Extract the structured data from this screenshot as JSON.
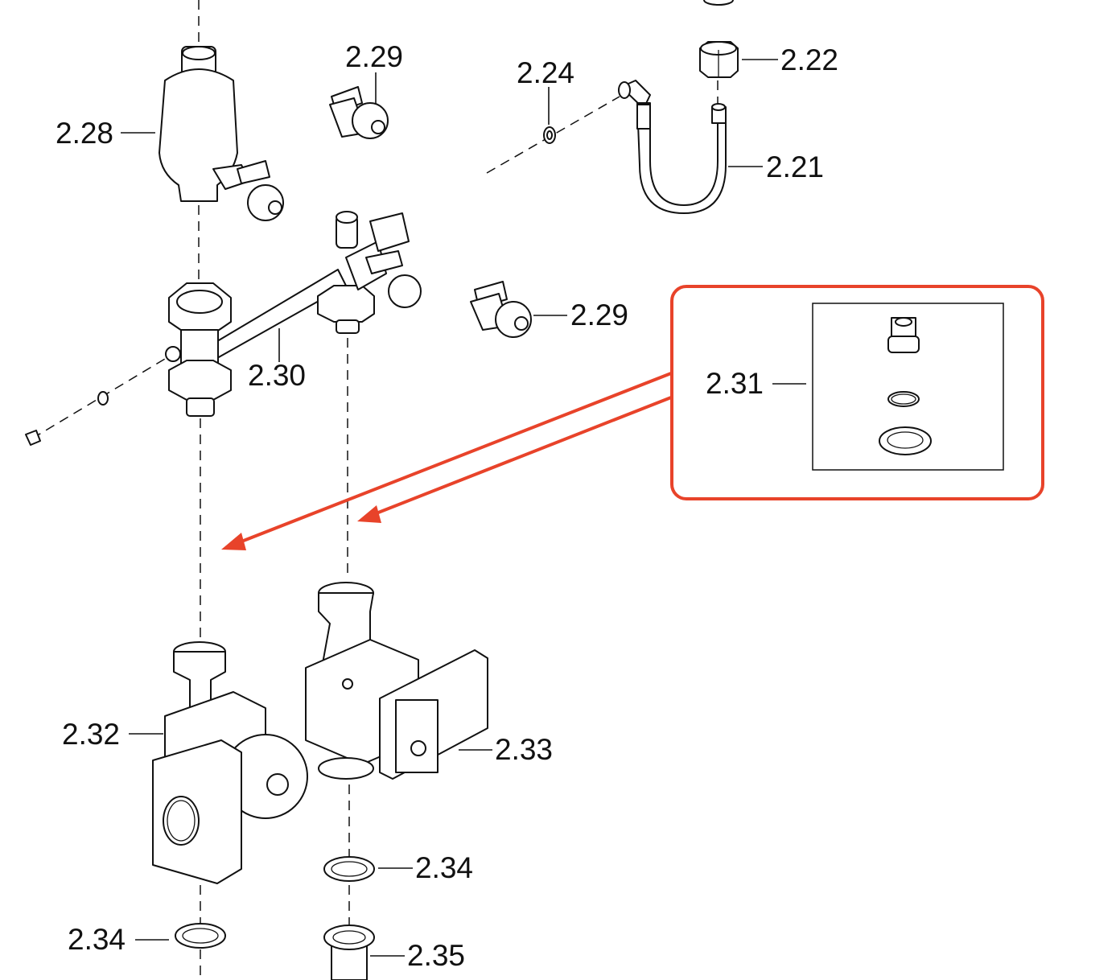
{
  "diagram": {
    "labels": {
      "p2_28": "2.28",
      "p2_29_top": "2.29",
      "p2_24": "2.24",
      "p2_22": "2.22",
      "p2_21": "2.21",
      "p2_29_mid": "2.29",
      "p2_30": "2.30",
      "p2_31": "2.31",
      "p2_32": "2.32",
      "p2_33": "2.33",
      "p2_34_right": "2.34",
      "p2_34_left": "2.34",
      "p2_35": "2.35"
    },
    "highlight_color": "#e8432a"
  }
}
